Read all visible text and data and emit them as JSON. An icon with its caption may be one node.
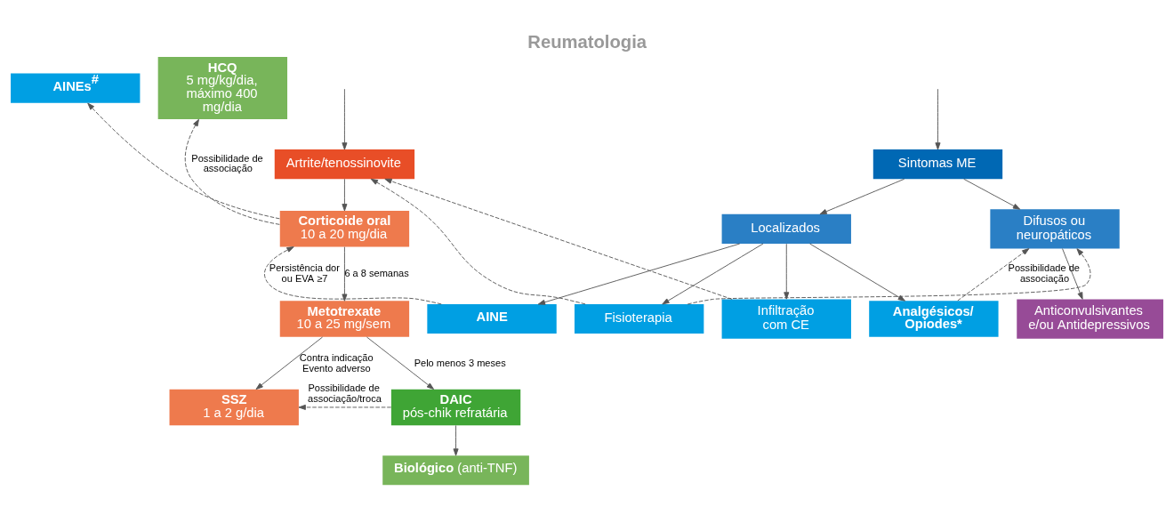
{
  "diagram": {
    "title": "Reumatologia",
    "nodes": [
      {
        "text": [
          "Sintomas ME"
        ]
      },
      {
        "text": [
          "Artrite/tenossinovite"
        ]
      },
      {
        "text": [
          "Localizados"
        ]
      },
      {
        "text": [
          "Difusos ou neuropáticos"
        ]
      },
      {
        "text": [
          "Analgésicos/ Opiodes*"
        ]
      },
      {
        "text": [
          "Anticonvulsivantes e/ou Antidepressivos"
        ]
      },
      {
        "text": [
          "AINE"
        ]
      },
      {
        "text": [
          "Fisioterapia"
        ]
      },
      {
        "text": [
          "Infiltração com CE"
        ]
      },
      {
        "text": [
          "Corticoide oral",
          "10 a 20 mg/dia"
        ]
      },
      {
        "text": [
          "AINEs$^{#}$"
        ]
      },
      {
        "text": [
          "HCQ",
          "5 mg/kg/dia, máximo 400 mg/dia"
        ]
      },
      {
        "text": [
          "Metotrexate",
          "10 a 25 mg/sem"
        ]
      },
      {
        "text": [
          "SSZ",
          "1 a 2 g/dia"
        ]
      },
      {
        "text": [
          "DAIC",
          "pós-chik refratária"
        ]
      },
      {
        "text": [
          "**Biológico** (anti-TNF)"
        ]
      }
    ],
    "edges": [
      {
        "from": null,
        "to": 0,
        "arrow": "to"
      },
      {
        "from": null,
        "to": 1,
        "arrow": "to"
      },
      {
        "from": 0,
        "to": 2,
        "arrow": "to"
      },
      {
        "from": 0,
        "to": 3,
        "arrow": "to"
      },
      {
        "from": 3,
        "to": 5,
        "arrow": "to"
      },
      {
        "from": 2,
        "to": 4,
        "arrow": "to"
      },
      {
        "from": 2,
        "to": 6,
        "arrow": "to"
      },
      {
        "from": 2,
        "to": 7,
        "arrow": "to"
      },
      {
        "from": 2,
        "to": 8,
        "arrow": "to"
      },
      {
        "from": 4,
        "to": 3,
        "arrow": "to",
        "style": "dashed",
        "label": "Possibilidade de associação"
      },
      {
        "from": 7,
        "to": 3,
        "arrow": "to",
        "style": "dashed"
      },
      {
        "from": 7,
        "to": 1,
        "arrow": "to",
        "style": "dashed"
      },
      {
        "from": 6,
        "to": 9,
        "arrow": "to",
        "style": "dashed",
        "label": "Persistência dor ou EVA ≥7"
      },
      {
        "from": 8,
        "to": 1,
        "arrow": "to",
        "style": "dashed"
      },
      {
        "from": 1,
        "to": 9,
        "arrow": "to"
      },
      {
        "from": 9,
        "to": 10,
        "arrow": "to",
        "style": "dashed"
      },
      {
        "from": 9,
        "to": 11,
        "arrow": "to",
        "style": "dashed",
        "label": "Possibilidade de associação"
      },
      {
        "from": 9,
        "to": 12,
        "arrow": "to",
        "label": "6 a 8 semanas"
      },
      {
        "from": 12,
        "to": 13,
        "arrow": "to",
        "label": "Contra indicação Evento adverso"
      },
      {
        "from": 12,
        "to": 14,
        "arrow": "to",
        "label": "Pelo menos 3 meses"
      },
      {
        "from": 14,
        "to": 13,
        "arrow": "to",
        "style": "dashed",
        "label": "Possibilidade de associação/troca"
      },
      {
        "from": 14,
        "to": 15,
        "arrow": "to"
      }
    ]
  }
}
